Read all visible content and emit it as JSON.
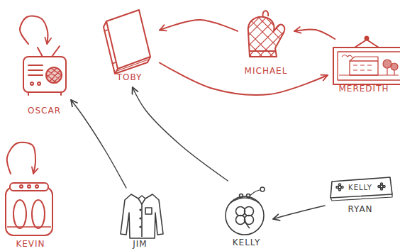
{
  "diagram": {
    "nodes": [
      {
        "text": [
          "TOBY"
        ]
      },
      {
        "text": [
          "MICHAEL"
        ]
      },
      {
        "text": [
          "MEREDITH"
        ]
      },
      {
        "text": [
          "OSCAR"
        ]
      },
      {
        "text": [
          "KELLY",
          "RYAN"
        ]
      },
      {
        "text": [
          "KEVIN"
        ]
      },
      {
        "text": [
          "JIM"
        ]
      },
      {
        "text": [
          "KELLY"
        ]
      }
    ],
    "edges": [
      {
        "from": 1,
        "to": 0,
        "arrow": "to"
      },
      {
        "from": 2,
        "to": 1,
        "arrow": "to"
      },
      {
        "from": 0,
        "to": 2,
        "arrow": "to"
      },
      {
        "from": 3,
        "to": 3,
        "arrow": "to"
      },
      {
        "from": 5,
        "to": 5,
        "arrow": "to"
      },
      {
        "from": 6,
        "to": 3,
        "arrow": "to"
      },
      {
        "from": 7,
        "to": 0,
        "arrow": "to"
      },
      {
        "from": 4,
        "to": 7,
        "arrow": "to"
      }
    ]
  }
}
